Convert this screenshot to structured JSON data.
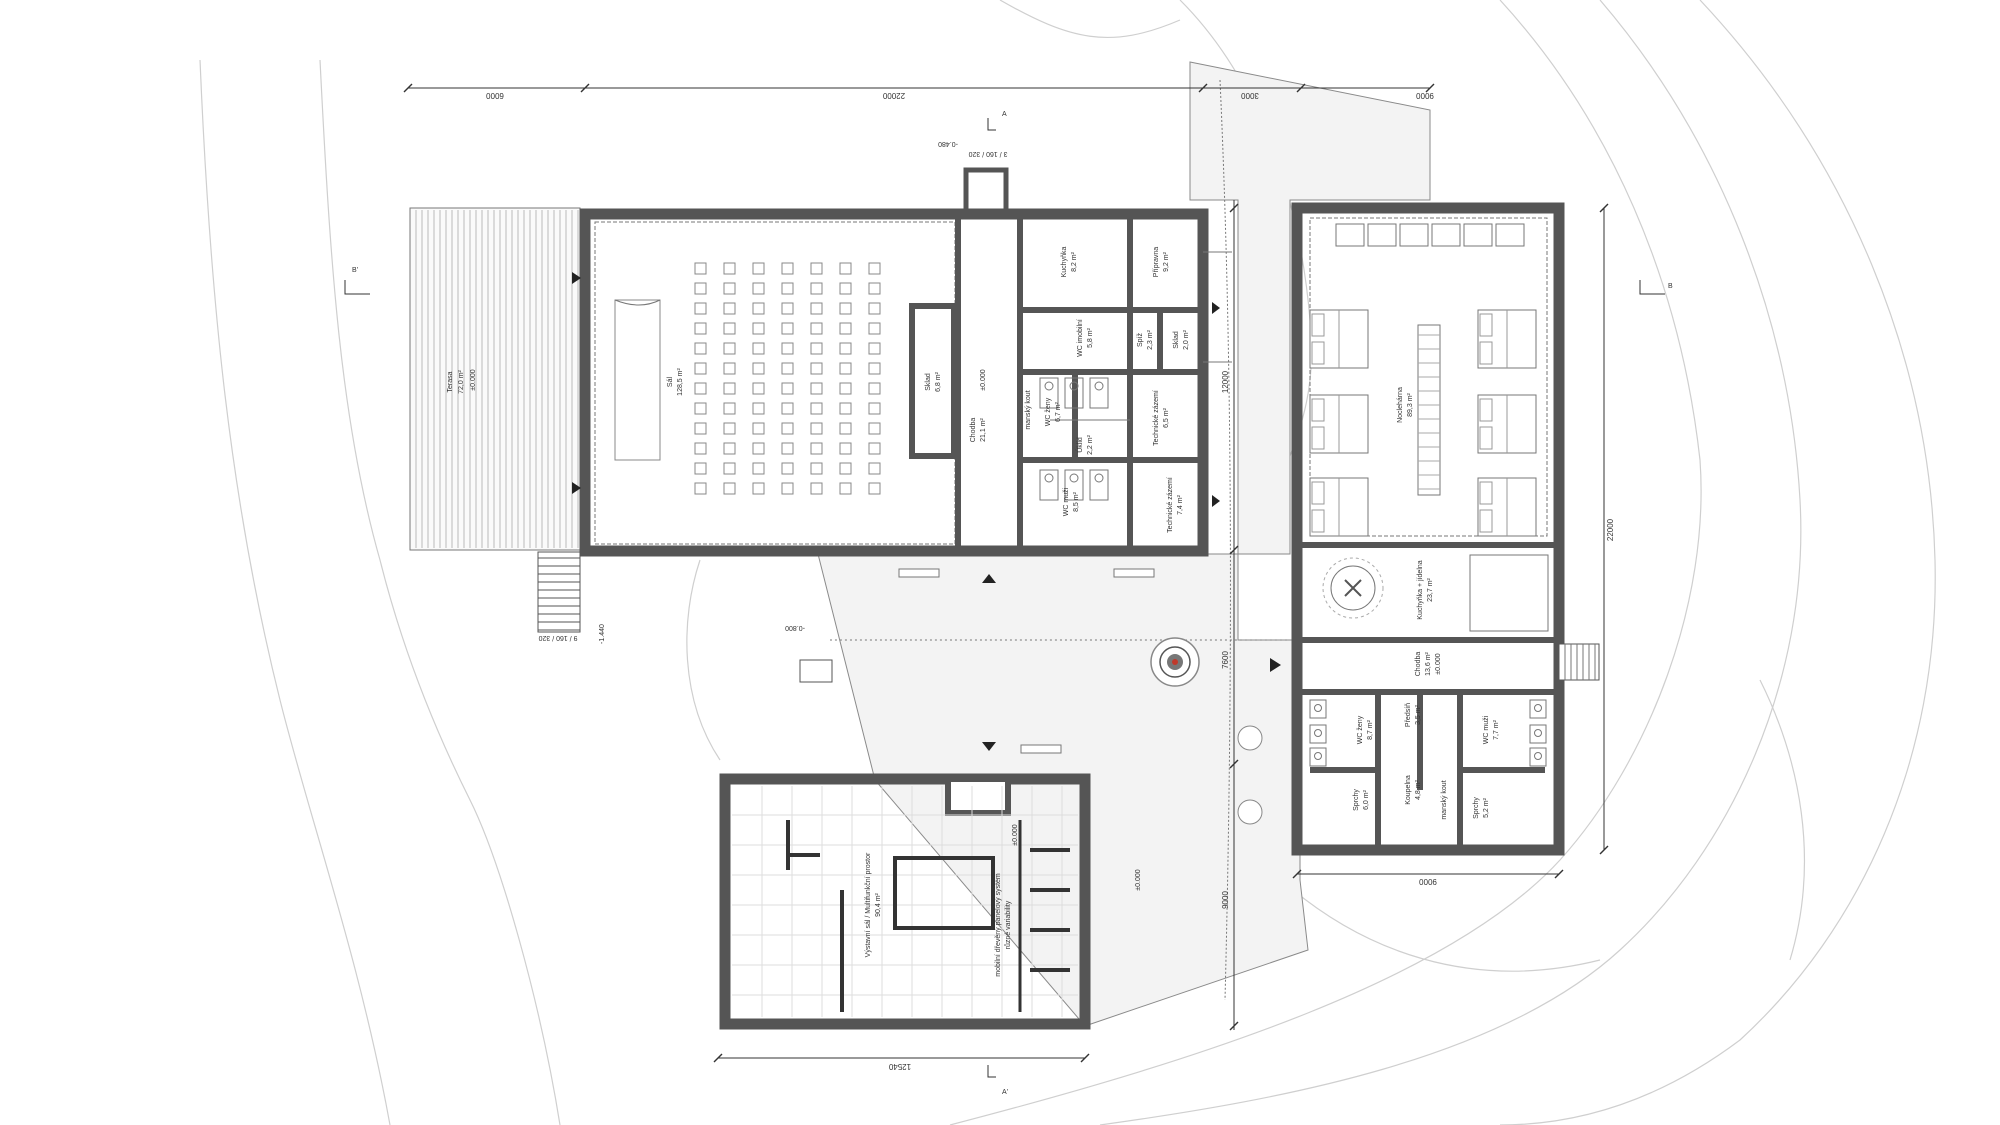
{
  "dimensions": {
    "top_6000": "6000",
    "top_22000": "22000",
    "top_3000": "3000",
    "top_9000": "9000",
    "right_22000": "22000",
    "right_9000": "9000",
    "mid_12000": "12000",
    "mid_7600": "7600",
    "mid_9000": "9000",
    "bottom_12540": "12540"
  },
  "levels": {
    "entry": "-0.480",
    "terrace_stair": "-1.440",
    "path": "-0.800",
    "hall": "±0.000",
    "corridor": "±0.000",
    "terrace": "±0.000",
    "exhibition": "±0.000",
    "ground": "±0.000",
    "right_corridor": "±0.000"
  },
  "stairs": {
    "top": "3 / 160 / 320",
    "left": "9 / 160 / 320"
  },
  "sections": {
    "a_top": "A",
    "a_bottom": "A'",
    "b_left": "B'",
    "b_right": "B"
  },
  "rooms": {
    "terasa": {
      "name": "Terasa",
      "area": "72,0 m²"
    },
    "sal": {
      "name": "Sál",
      "area": "128,5 m²"
    },
    "sklad_stage": {
      "name": "Sklad",
      "area": "6,8 m²"
    },
    "chodba": {
      "name": "Chodba",
      "area": "21,1 m²"
    },
    "kuchynka": {
      "name": "Kuchyňka",
      "area": "8,2 m²"
    },
    "pripravna": {
      "name": "Přípravna",
      "area": "9,2 m²"
    },
    "wc_imob": {
      "name": "WC imobilní",
      "area": "5,8 m²"
    },
    "spiz": {
      "name": "Spíž",
      "area": "2,3 m²"
    },
    "sklad_small": {
      "name": "Sklad",
      "area": "2,0 m²"
    },
    "wc_zeny": {
      "name": "WC ženy",
      "area": "6,7 m²"
    },
    "mansky_kout": {
      "name": "manský kout"
    },
    "uklid": {
      "name": "Úklid",
      "area": "2,2 m²"
    },
    "tech1": {
      "name": "Technické zázemí",
      "area": "6,5 m²"
    },
    "wc_muzi": {
      "name": "WC muži",
      "area": "8,5 m²"
    },
    "tech2": {
      "name": "Technické zázemí",
      "area": "7,4 m²"
    },
    "nocleharna": {
      "name": "Noclehárna",
      "area": "89,3 m²"
    },
    "kuch_jidelna": {
      "name": "Kuchyňka + jídelna",
      "area": "23,7 m²"
    },
    "chodba_r": {
      "name": "Chodba",
      "area": "13,6 m²"
    },
    "wc_zeny_r": {
      "name": "WC ženy",
      "area": "8,7 m²"
    },
    "predsin": {
      "name": "Předsíň",
      "area": "3,5 m²"
    },
    "wc_muzi_r": {
      "name": "WC muži",
      "area": "7,7 m²"
    },
    "sprchy_l": {
      "name": "Sprchy",
      "area": "6,0 m²"
    },
    "koupelna": {
      "name": "Koupelna",
      "area": "4,8 m²"
    },
    "mansky_kout_r": {
      "name": "manský kout"
    },
    "sprchy_r": {
      "name": "Sprchy",
      "area": "5,2 m²"
    },
    "vystavni": {
      "name": "Výstavní sál / Multifunkční prostor",
      "area": "90,4 m²"
    },
    "panel_note": {
      "line1": "mobilní dřevěný panelový systém",
      "line2": "různé variability"
    }
  },
  "colors": {
    "wall": "#555555",
    "paving": "#f3f3f3",
    "contour": "#cfcfcf"
  }
}
